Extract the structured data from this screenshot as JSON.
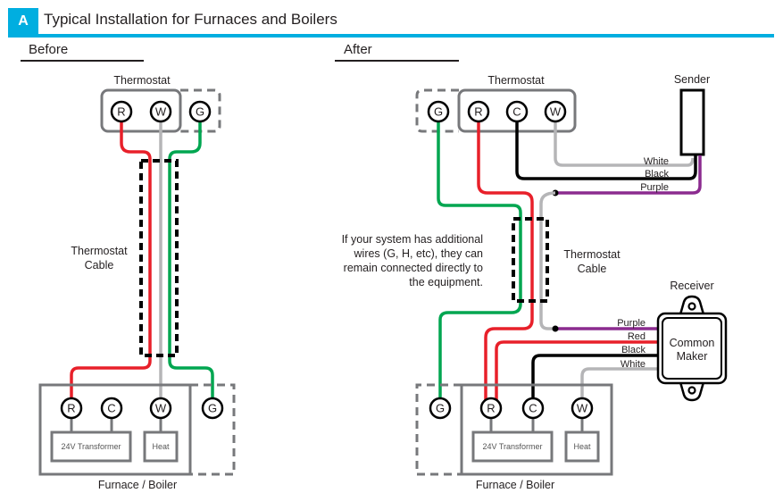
{
  "header": {
    "badge": "A",
    "title": "Typical Installation for Furnaces and Boilers"
  },
  "colors": {
    "accent": "#00aee0",
    "red": "#e8202a",
    "green": "#00a650",
    "white_wire": "#b5b5b7",
    "black": "#000000",
    "purple": "#8b2b8f",
    "box": "#77787b"
  },
  "before": {
    "label": "Before",
    "thermostat": {
      "label": "Thermostat",
      "terminals": [
        "R",
        "W"
      ],
      "optional_terminal": "G"
    },
    "cable_label": [
      "Thermostat",
      "Cable"
    ],
    "equipment": {
      "label": "Furnace / Boiler",
      "terminals": [
        "R",
        "C",
        "W"
      ],
      "optional_terminal": "G",
      "transformer": "24V Transformer",
      "heat": "Heat"
    }
  },
  "after": {
    "label": "After",
    "thermostat": {
      "label": "Thermostat",
      "terminals": [
        "R",
        "C",
        "W"
      ],
      "optional_terminal": "G"
    },
    "sender": {
      "label": "Sender",
      "wires": [
        "White",
        "Black",
        "Purple"
      ]
    },
    "note": [
      "If your system has additional",
      "wires (G, H, etc), they can",
      "remain connected directly to",
      "the equipment."
    ],
    "cable_label": [
      "Thermostat",
      "Cable"
    ],
    "receiver": {
      "label": "Receiver",
      "body": [
        "Common",
        "Maker"
      ],
      "wires": [
        "Purple",
        "Red",
        "Black",
        "White"
      ]
    },
    "equipment": {
      "label": "Furnace / Boiler",
      "terminals": [
        "R",
        "C",
        "W"
      ],
      "optional_terminal": "G",
      "transformer": "24V Transformer",
      "heat": "Heat"
    }
  }
}
